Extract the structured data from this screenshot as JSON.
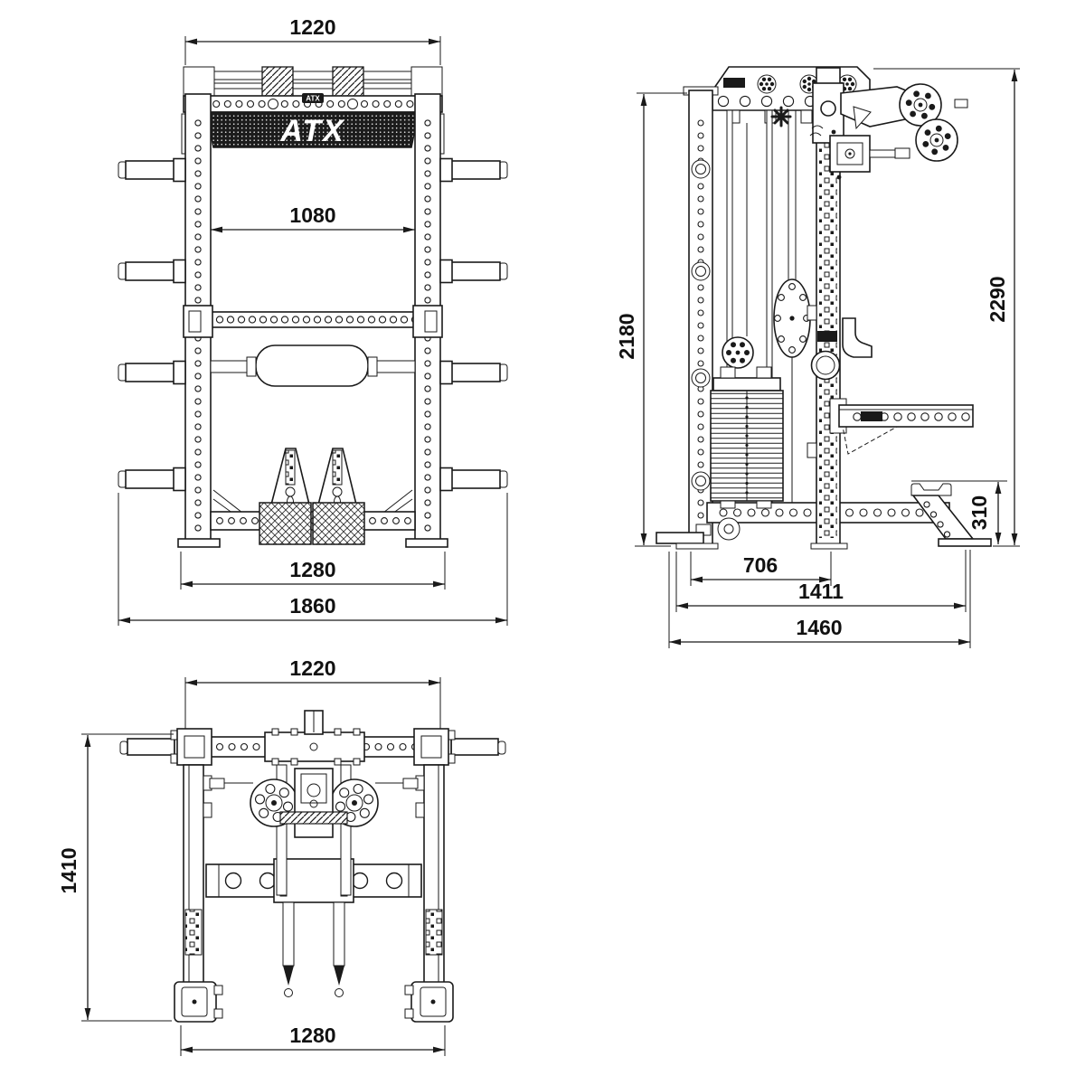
{
  "drawing": {
    "brand_logo": "ATX",
    "beam_sticker": "ATX"
  },
  "views": {
    "front": {
      "dims": {
        "top_width": "1220",
        "inner_width": "1080",
        "base_width": "1280",
        "overall_width": "1860"
      }
    },
    "side": {
      "dims": {
        "frame_height": "2180",
        "overall_height": "2290",
        "rear_foot_height": "310",
        "base_depth": "706",
        "frame_depth": "1411",
        "overall_depth": "1460"
      }
    },
    "top": {
      "dims": {
        "top_width": "1220",
        "overall_depth": "1410",
        "base_width": "1280"
      }
    }
  }
}
